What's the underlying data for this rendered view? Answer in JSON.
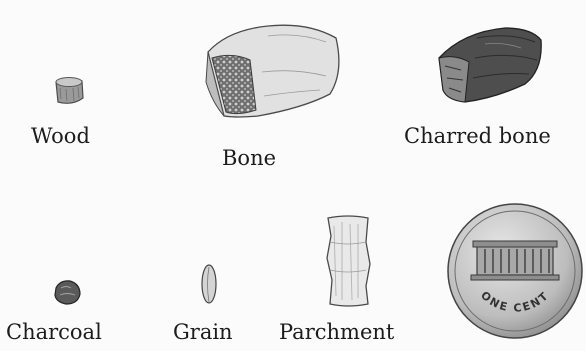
{
  "specimens": [
    {
      "id": "wood",
      "label": "Wood",
      "icon": "wood-fragment-icon"
    },
    {
      "id": "bone",
      "label": "Bone",
      "icon": "bone-fragment-icon"
    },
    {
      "id": "charred_bone",
      "label": "Charred bone",
      "icon": "charred-bone-fragment-icon"
    },
    {
      "id": "charcoal",
      "label": "Charcoal",
      "icon": "charcoal-fragment-icon"
    },
    {
      "id": "grain",
      "label": "Grain",
      "icon": "grain-seed-icon"
    },
    {
      "id": "parchment",
      "label": "Parchment",
      "icon": "parchment-strip-icon"
    }
  ],
  "coin": {
    "icon": "penny-coin-icon",
    "inscription": "ONE CENT"
  }
}
